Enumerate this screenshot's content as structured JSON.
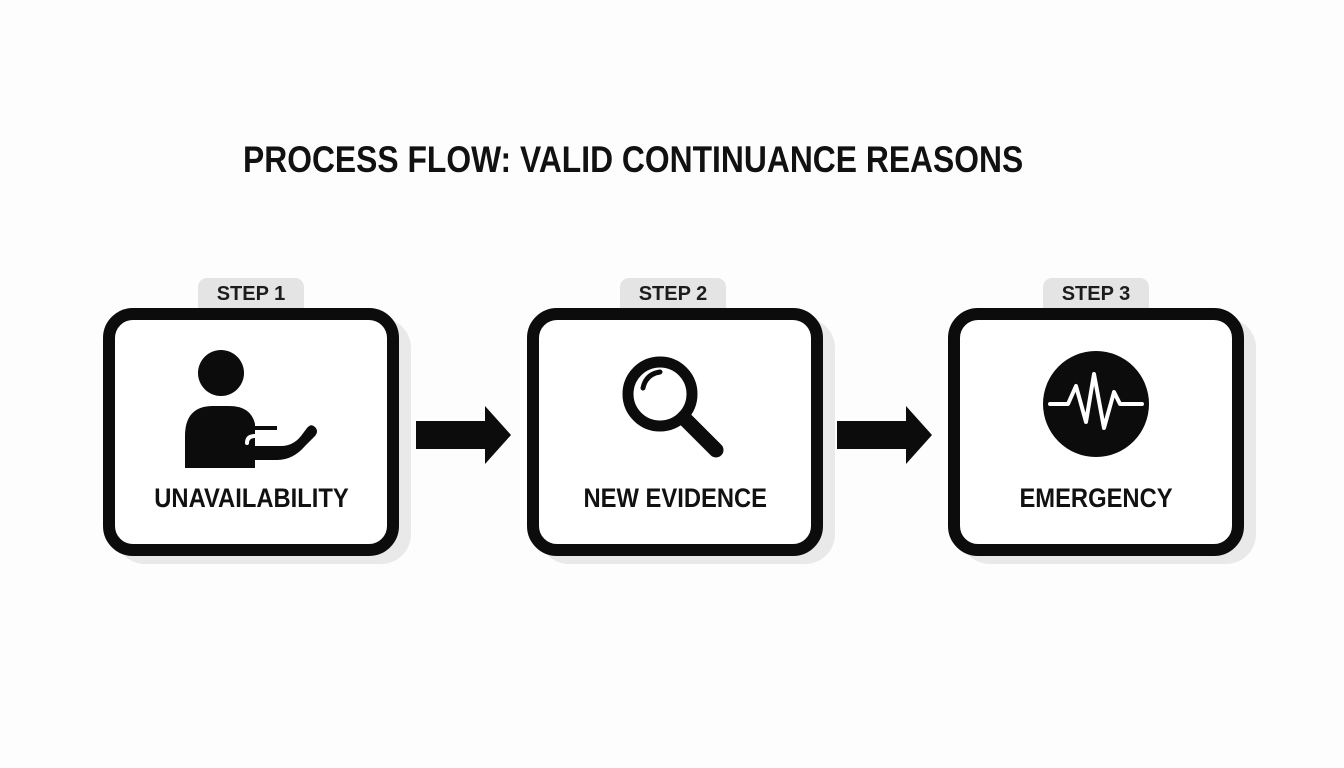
{
  "title": "PROCESS FLOW: VALID CONTINUANCE REASONS",
  "colors": {
    "stroke": "#0c0c0c",
    "tab": "#e4e4e4",
    "shadow": "#e9e9e9",
    "background": "#fdfdfd"
  },
  "steps": [
    {
      "tab": "STEP 1",
      "label": "UNAVAILABILITY",
      "icon": "person-hand-icon"
    },
    {
      "tab": "STEP 2",
      "label": "NEW EVIDENCE",
      "icon": "magnifying-glass-icon"
    },
    {
      "tab": "STEP 3",
      "label": "EMERGENCY",
      "icon": "heartbeat-pulse-icon"
    }
  ]
}
